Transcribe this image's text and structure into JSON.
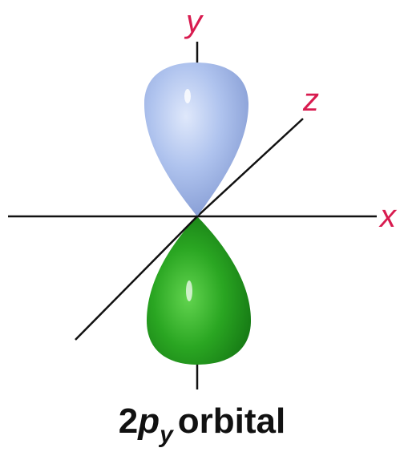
{
  "axes": {
    "x_label": "x",
    "y_label": "y",
    "z_label": "z"
  },
  "caption": {
    "prefix": "2",
    "letter": "p",
    "subscript": "y",
    "suffix": "orbital"
  },
  "colors": {
    "axis_label": "#d81b4f",
    "axis_line": "#111111",
    "upper_lobe": "#a9bdea",
    "lower_lobe": "#2ea626"
  }
}
